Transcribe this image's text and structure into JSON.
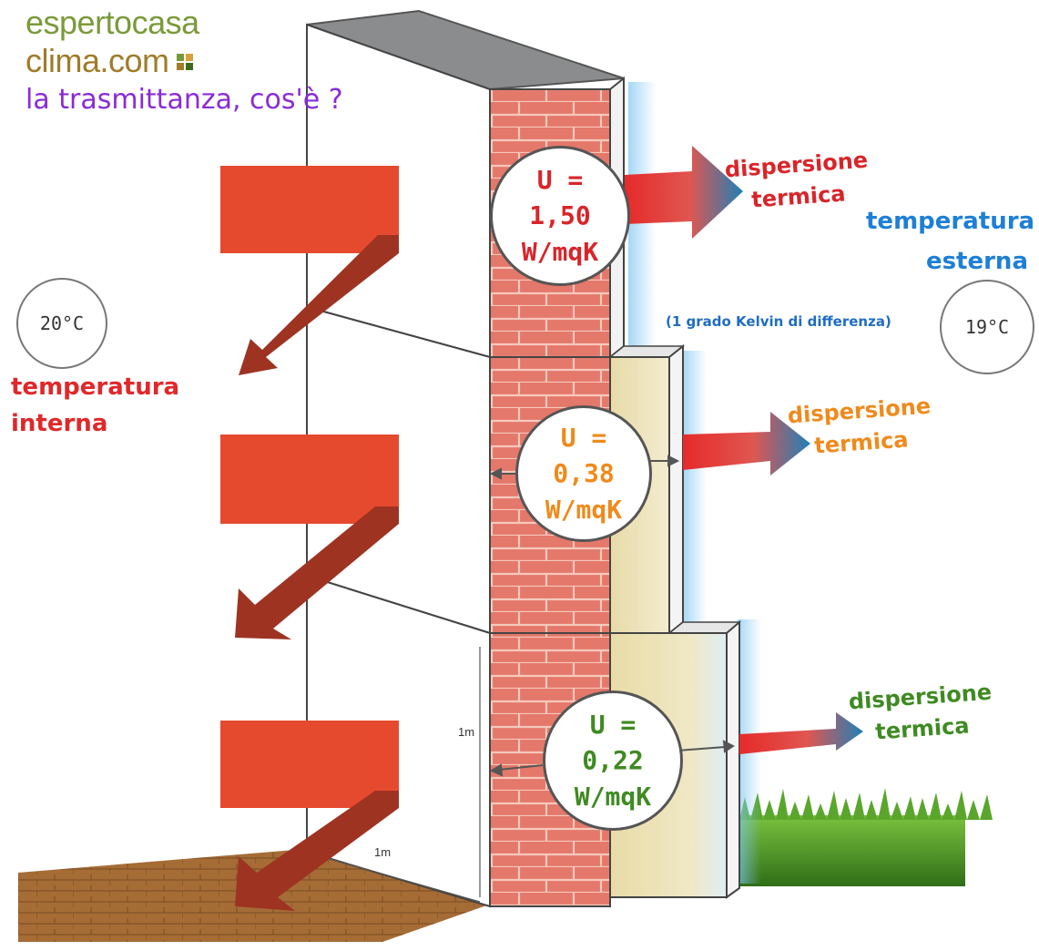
{
  "logo": {
    "part1": "esperto",
    "part2": "casa",
    "part3": "clima.com",
    "squares": [
      "#7a9a3a",
      "#d7a13a",
      "#a07c2a",
      "#3f6a1e"
    ]
  },
  "subtitle": "la trasmittanza, cos'è ?",
  "internal": {
    "temperature": "20°C",
    "label_line1": "temperatura",
    "label_line2": "interna",
    "color": "#e0282a"
  },
  "external": {
    "temperature": "19°C",
    "label_line1": "temperatura",
    "label_line2": "esterna",
    "note": "(1 grado Kelvin di differenza)",
    "color": "#1e7fd6"
  },
  "walls": [
    {
      "u_label": "U =",
      "u_value": "1,50",
      "unit": "W/mqK",
      "dispersion_line1": "dispersione",
      "dispersion_line2": "termica",
      "color": "#d8252a",
      "insulation": "none"
    },
    {
      "u_label": "U =",
      "u_value": "0,38",
      "unit": "W/mqK",
      "dispersion_line1": "dispersione",
      "dispersion_line2": "termica",
      "color": "#ef8a1c",
      "insulation": "thin"
    },
    {
      "u_label": "U =",
      "u_value": "0,22",
      "unit": "W/mqK",
      "dispersion_line1": "dispersione",
      "dispersion_line2": "termica",
      "color": "#3f8a22",
      "insulation": "thick"
    }
  ],
  "dimensions": {
    "height": "1m",
    "width": "1m"
  },
  "colors": {
    "heat_arrow": "#e64a2e",
    "heat_arrow_dark": "#9e3322",
    "brick": "#e5786a",
    "insulation": "#ece2b4",
    "floor": "#a9723c",
    "grass": "#4f9a2a"
  }
}
